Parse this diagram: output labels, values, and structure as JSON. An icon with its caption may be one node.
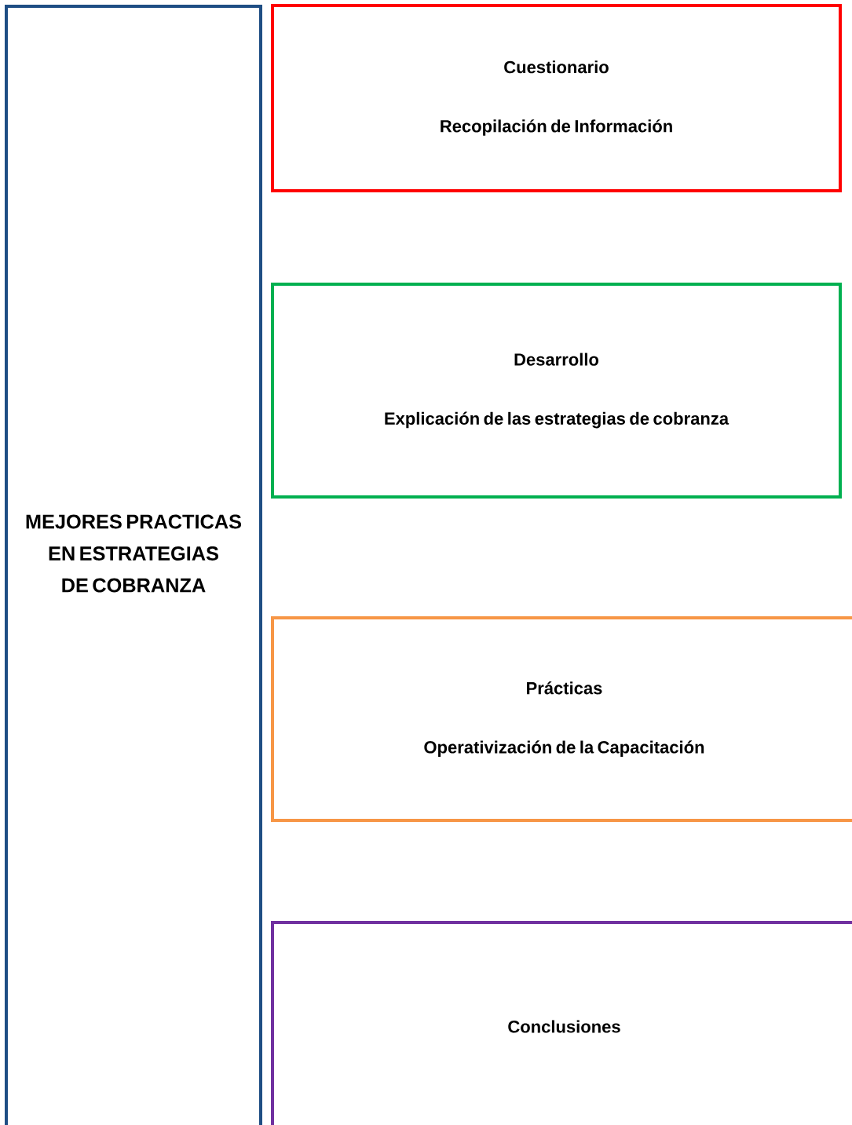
{
  "diagram": {
    "nodes": [
      {
        "text": [
          "MEJORES PRACTICAS EN ESTRATEGIAS DE COBRANZA"
        ]
      },
      {
        "text": [
          "Cuestionario",
          "Recopilación de Información"
        ]
      },
      {
        "text": [
          "Desarrollo",
          "Explicación de las estrategias de cobranza"
        ]
      },
      {
        "text": [
          "Prácticas",
          "Operativización de la Capacitación"
        ]
      },
      {
        "text": [
          "Conclusiones"
        ]
      }
    ]
  }
}
